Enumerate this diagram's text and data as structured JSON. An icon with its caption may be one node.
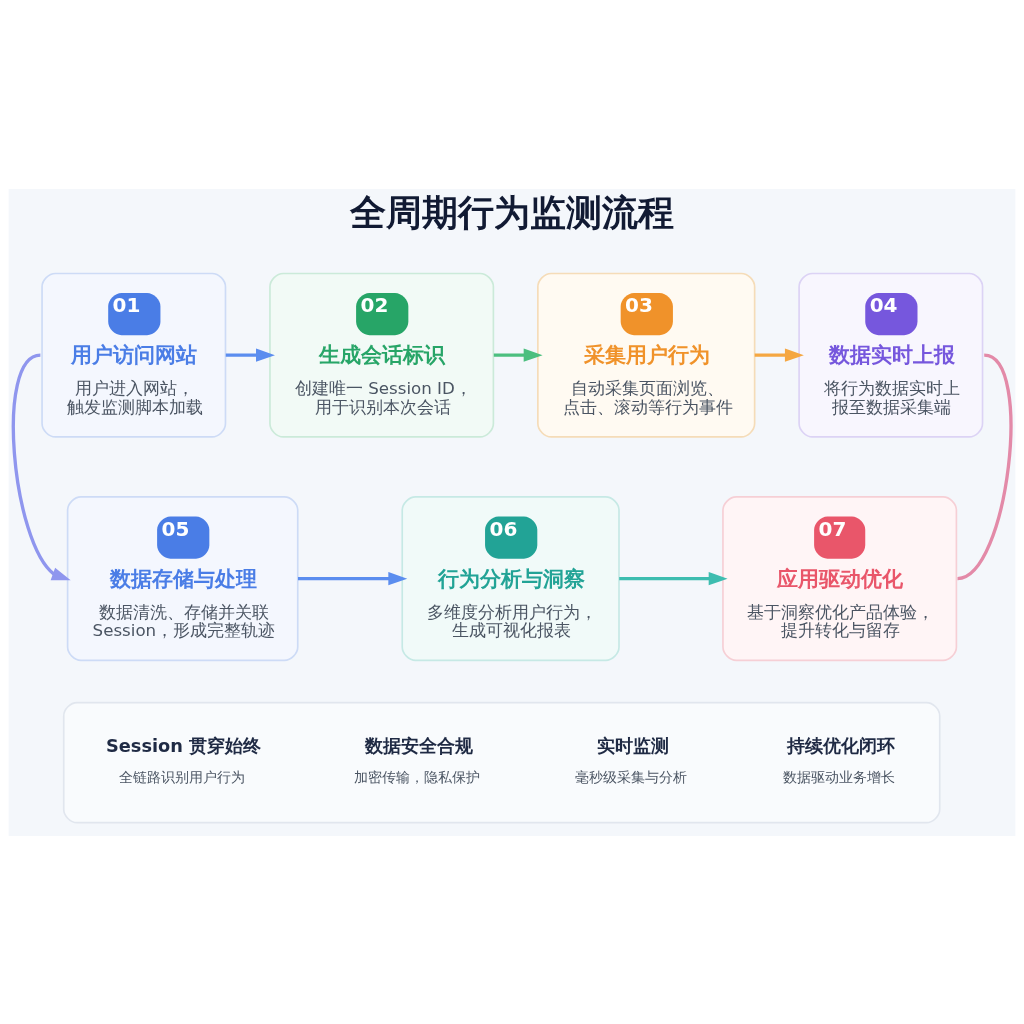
{
  "diagram": {
    "title": "全周期行为监测流程",
    "nodes": [
      {
        "text": [
          "01",
          "用户访问网站",
          "用户进入网站，触发监测脚本加载"
        ]
      },
      {
        "text": [
          "02",
          "生成会话标识",
          "创建唯一 Session ID，用于识别本次会话"
        ]
      },
      {
        "text": [
          "03",
          "采集用户行为",
          "自动采集页面浏览、点击、滚动等行为事件"
        ]
      },
      {
        "text": [
          "04",
          "数据实时上报",
          "将行为数据实时上报至数据采集端"
        ]
      },
      {
        "text": [
          "05",
          "数据存储与处理",
          "数据清洗、存储并关联Session，形成完整轨迹"
        ]
      },
      {
        "text": [
          "06",
          "行为分析与洞察",
          "多维度分析用户行为，生成可视化报表"
        ]
      },
      {
        "text": [
          "07",
          "应用驱动优化",
          "基于洞察优化产品体验，提升转化与留存"
        ]
      },
      {
        "text": [],
        "shape": "box"
      },
      {
        "text": [
          "Session 贯穿始终",
          "全链路识别用户行为"
        ],
        "in": 7
      },
      {
        "text": [
          "数据安全合规",
          "加密传输，隐私保护"
        ],
        "in": 7
      },
      {
        "text": [
          "实时监测",
          "毫秒级采集与分析"
        ],
        "in": 7
      },
      {
        "text": [
          "持续优化闭环",
          "数据驱动业务增长"
        ],
        "in": 7
      }
    ],
    "edges": [
      {
        "from": 0,
        "to": 1,
        "arrow": "to",
        "color": "#5b8def"
      },
      {
        "from": 1,
        "to": 2,
        "arrow": "to",
        "color": "#4cbf7f"
      },
      {
        "from": 2,
        "to": 3,
        "arrow": "to",
        "color": "#f5a742"
      },
      {
        "from": 0,
        "to": 4,
        "arrow": "to",
        "color": "#8f96ee"
      },
      {
        "from": 3,
        "to": 6,
        "arrow": "none",
        "color": "#e38aa8"
      },
      {
        "from": 4,
        "to": 5,
        "arrow": "to",
        "color": "#5b8def"
      },
      {
        "from": 5,
        "to": 6,
        "arrow": "to",
        "color": "#3dbdb0"
      }
    ]
  }
}
